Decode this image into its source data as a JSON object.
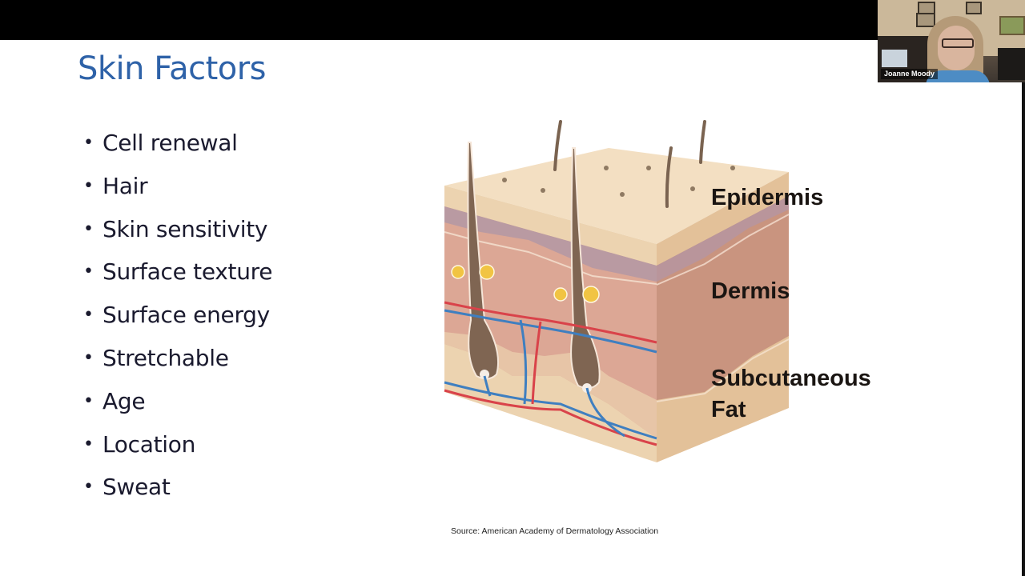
{
  "meeting": {
    "participant_name": "Joanne Moody"
  },
  "slide": {
    "title": "Skin Factors",
    "bullets": [
      "Cell renewal",
      "Hair",
      "Skin sensitivity",
      "Surface texture",
      "Surface energy",
      "Stretchable",
      "Age",
      "Location",
      "Sweat"
    ],
    "bullet_glyph": "•",
    "figure": {
      "description": "Cross-section diagram of skin layers with hair follicles and blood vessels",
      "labels": {
        "epidermis": "Epidermis",
        "dermis": "Dermis",
        "subcutaneous_line1": "Subcutaneous",
        "subcutaneous_line2": "Fat"
      }
    },
    "source": "Source: American Academy of Dermatology Association"
  },
  "colors": {
    "title": "#2e62a8",
    "body_text": "#1a1a2e",
    "epidermis_top": "#f2dcbc",
    "epidermis_band": "#b89aa0",
    "dermis": "#d9a693",
    "dermis_side": "#c8927f",
    "fat": "#e8c9a0",
    "hair": "#7a6350",
    "artery": "#d9434a",
    "vein": "#3f7fc0",
    "gland": "#f0c040"
  }
}
